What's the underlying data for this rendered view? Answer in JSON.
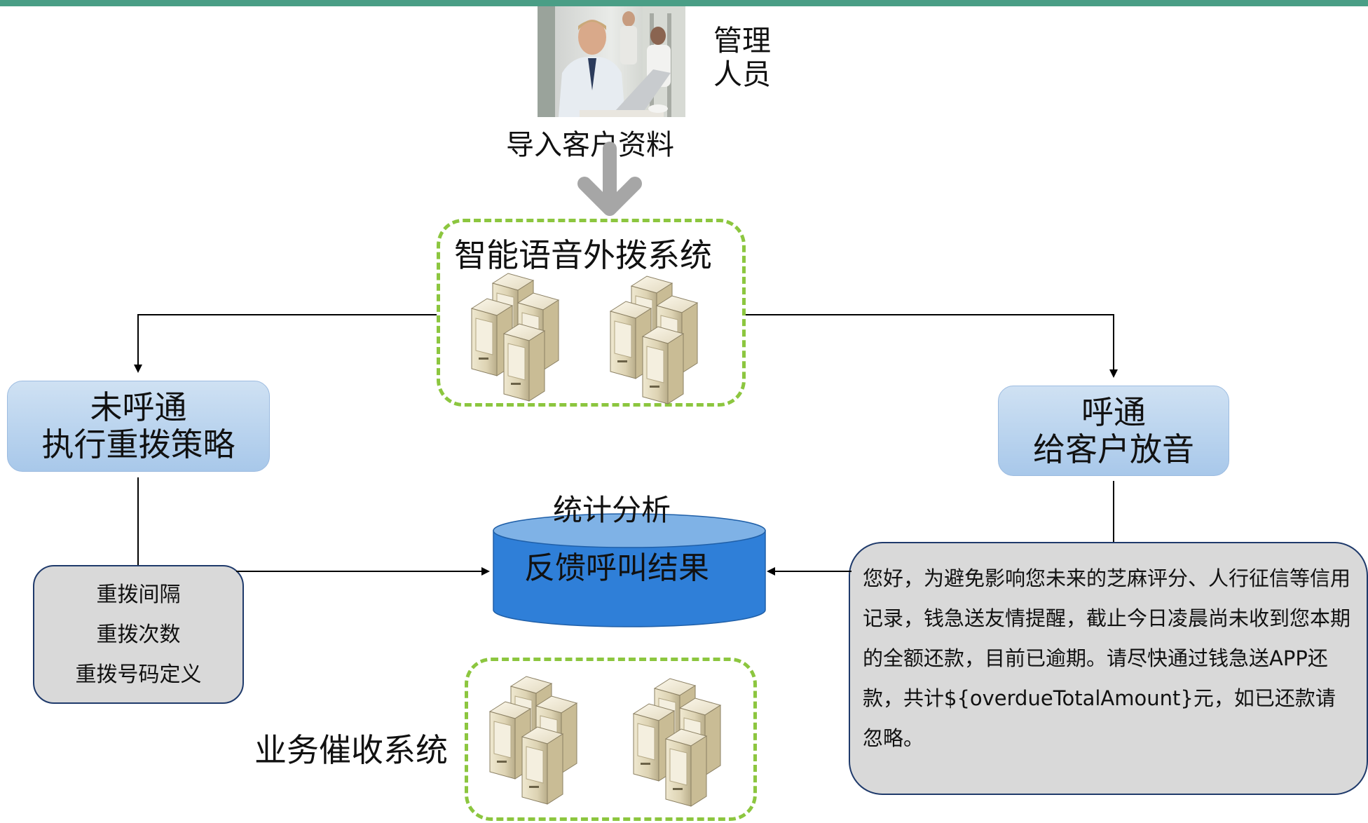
{
  "manager": {
    "label": "管理\n人员",
    "photo_alt": ""
  },
  "import_label": "导入客户资料",
  "system": {
    "title": "智能语音外拨系统"
  },
  "not_connected": {
    "line1": "未呼通",
    "line2": "执行重拨策略"
  },
  "connected": {
    "line1": "呼通",
    "line2": "给客户放音"
  },
  "retry_items": [
    "重拨间隔",
    "重拨次数",
    "重拨号码定义"
  ],
  "stats": {
    "label": "统计分析",
    "db_text": "反馈呼叫结果"
  },
  "collection_system": {
    "label": "业务催收系统"
  },
  "message": "您好，为避免影响您未来的芝麻评分、人行征信等信用记录，钱急送友情提醒，截止今日凌晨尚未收到您本期的全额还款，目前已逾期。请尽快通过钱急送APP还款，共计${overdueTotalAmount}元，如已还款请忽略。",
  "colors": {
    "topbar": "#4a9e86",
    "dashed_border": "#8cc63f",
    "database_blue": "#2f7fd8",
    "box_blue": "#a8c8ea",
    "grey_box": "#d9d9d9",
    "box_border": "#1f3a6b",
    "arrow_grey": "#a6a6a6"
  }
}
